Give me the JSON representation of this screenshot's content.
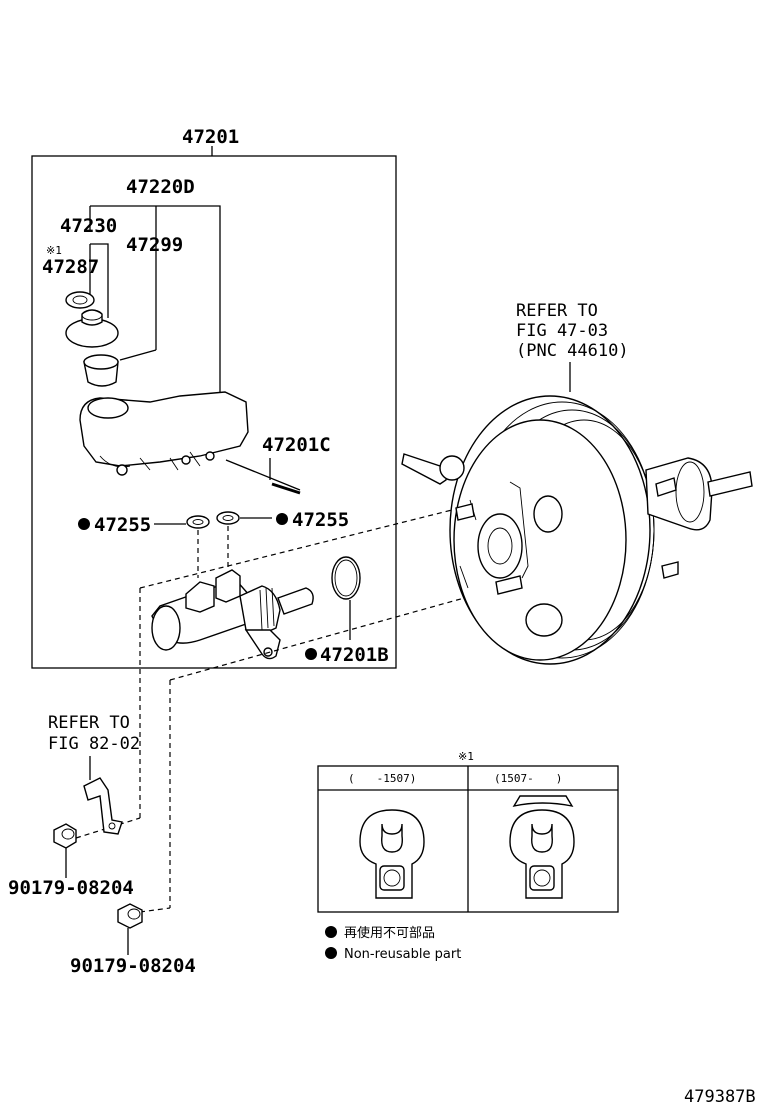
{
  "callouts": {
    "assembly": "47201",
    "reservoir": "47220D",
    "cap": "47230",
    "strainer": "47299",
    "clip_note": "※1",
    "clip": "47287",
    "pin": "47201C",
    "grommet_left": "47255",
    "grommet_right": "47255",
    "oring": "47201B",
    "nut_upper": "90179-08204",
    "nut_lower": "90179-08204"
  },
  "refer_booster": [
    "REFER TO",
    "FIG 47-03",
    "(PNC 44610)"
  ],
  "refer_bracket": [
    "REFER TO",
    "FIG 82-02"
  ],
  "detail_table": {
    "note_mark": "※1",
    "col1_header": "(　　-1507)",
    "col2_header": "(1507-　　)"
  },
  "legend": {
    "jp": "再使用不可部品",
    "en": "Non-reusable part"
  },
  "figure_id": "479387B"
}
